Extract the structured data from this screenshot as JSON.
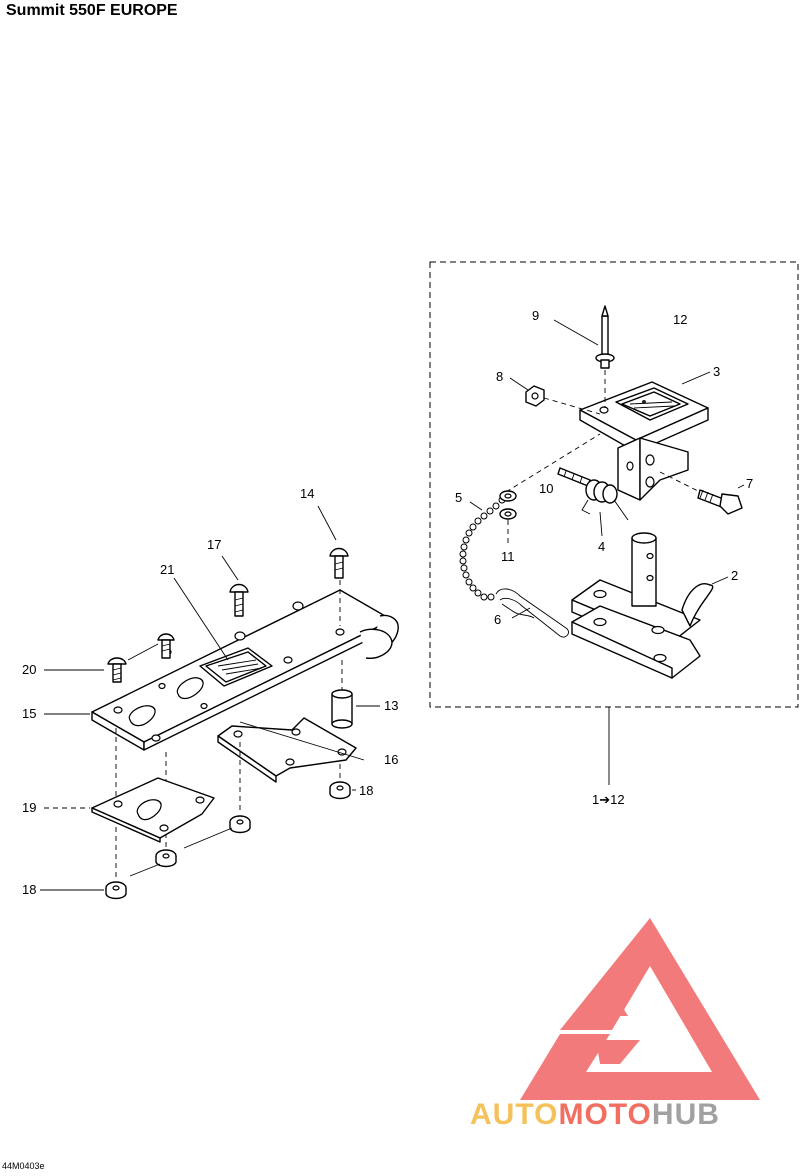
{
  "title": "Summit 550F EUROPE",
  "doc_code": "44M0403e",
  "callouts": {
    "c1": "1",
    "c2": "2",
    "c3": "3",
    "c4": "4",
    "c5": "5",
    "c6": "6",
    "c7": "7",
    "c8": "8",
    "c9": "9",
    "c10": "10",
    "c11": "11",
    "c12": "12",
    "c13": "13",
    "c14": "14",
    "c15": "15",
    "c16": "16",
    "c17": "17",
    "c18a": "18",
    "c18b": "18",
    "c19": "19",
    "c20": "20",
    "c21": "21",
    "range_from": "1",
    "range_arrow": "➔",
    "range_to": "12"
  },
  "watermark": {
    "word_a": "AUTO",
    "word_b": "MOTO",
    "word_c": "HUB",
    "color_a": "#f2b233",
    "color_b": "#ef4a3a",
    "color_c": "#8a8a8a",
    "logo_color": "#f05a5a"
  },
  "colors": {
    "line": "#000000",
    "background": "#ffffff"
  }
}
